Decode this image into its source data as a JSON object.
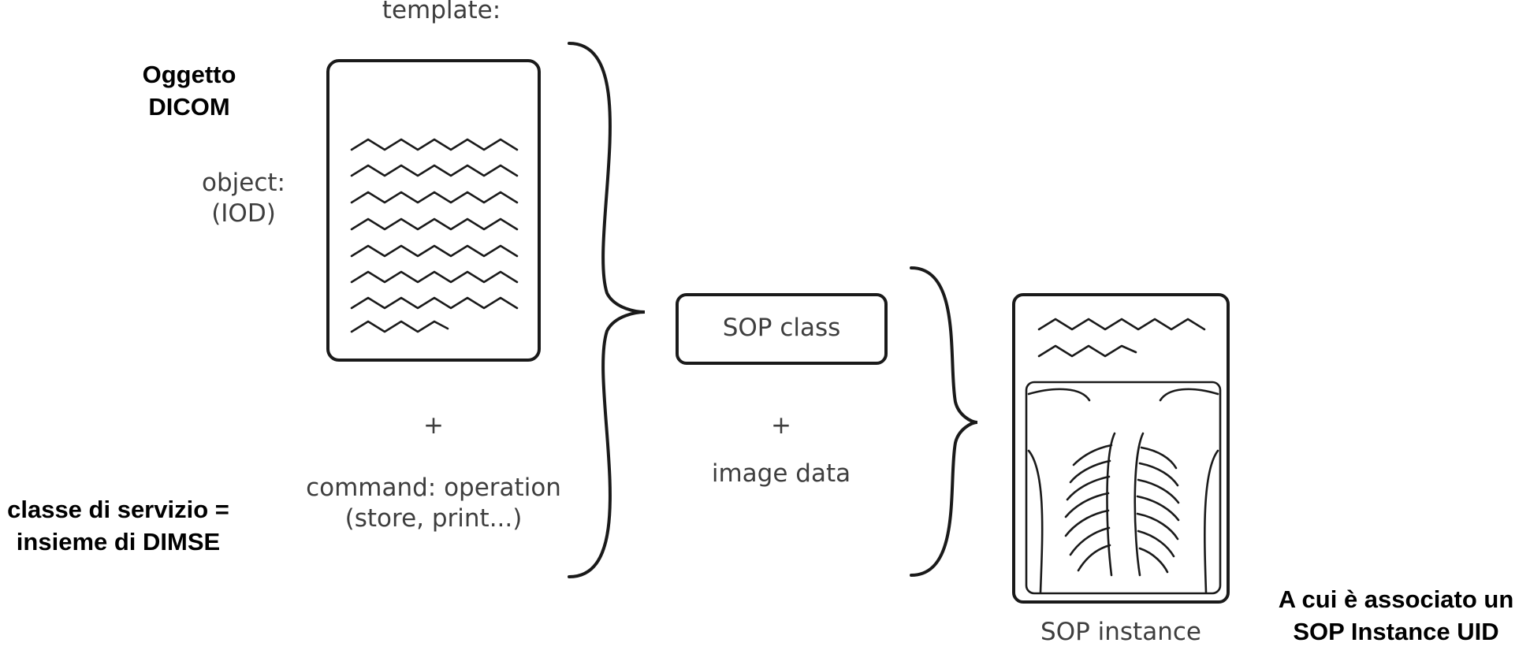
{
  "labels": {
    "template": "template:",
    "object_line1": "object:",
    "object_line2": "(IOD)",
    "plus_left": "+",
    "command_line1": "command: operation",
    "command_line2": "(store, print...)",
    "sop_class": "SOP class",
    "plus_middle": "+",
    "image_data": "image data",
    "sop_instance": "SOP instance"
  },
  "annotations": {
    "oggetto_line1": "Oggetto",
    "oggetto_line2": "DICOM",
    "classe_line1": "classe di servizio  =",
    "classe_line2": "insieme di DIMSE",
    "uid_line1": "A cui è associato un",
    "uid_line2": "SOP Instance UID"
  },
  "colors": {
    "stroke": "#1a1a1a",
    "label_text": "#3e3e3e",
    "annotation_text": "#000000",
    "background": "#ffffff"
  }
}
